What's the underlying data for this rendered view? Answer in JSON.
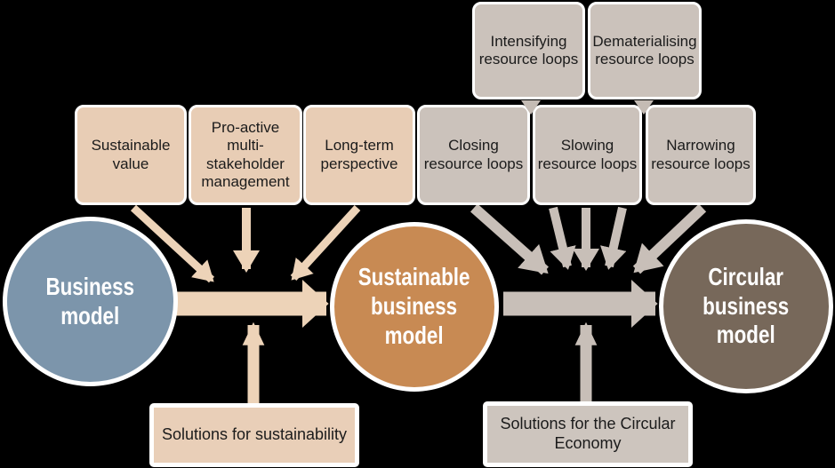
{
  "title": "Business model to circular business model transition diagram",
  "colors": {
    "background": "#000000",
    "blue_circle": "#7C95AB",
    "orange_circle": "#C88A53",
    "brown_circle": "#77685A",
    "tan_box": "#E8CDB5",
    "gray_box": "#CBC2BB",
    "tan_arrow": "#EDD3B8",
    "gray_arrow": "#C8BFB8",
    "connector_triangle": "#C4BBB4",
    "box_text": "#1B1B1B",
    "circle_text": "#FFFFFF",
    "border": "#FFFFFF"
  },
  "circles": [
    {
      "id": "business-model",
      "lines": [
        "Business",
        "model"
      ]
    },
    {
      "id": "sustainable-business-model",
      "lines": [
        "Sustainable",
        "business",
        "model"
      ]
    },
    {
      "id": "circular-business-model",
      "lines": [
        "Circular",
        "business",
        "model"
      ]
    }
  ],
  "top_boxes": [
    {
      "id": "intensifying-resource-loops",
      "label": "Intensifying resource loops"
    },
    {
      "id": "dematerialising-resource-loops",
      "label": "Dematerialising resource loops"
    }
  ],
  "row_boxes": [
    {
      "id": "sustainable-value",
      "label": "Sustainable value",
      "theme": "tan"
    },
    {
      "id": "proactive-multi-stakeholder-management",
      "label": "Pro-active multi-stakeholder management",
      "theme": "tan"
    },
    {
      "id": "long-term-perspective",
      "label": "Long-term perspective",
      "theme": "tan"
    },
    {
      "id": "closing-resource-loops",
      "label": "Closing resource loops",
      "theme": "gray"
    },
    {
      "id": "slowing-resource-loops",
      "label": "Slowing resource loops",
      "theme": "gray"
    },
    {
      "id": "narrowing-resource-loops",
      "label": "Narrowing resource loops",
      "theme": "gray"
    }
  ],
  "bottom_boxes": [
    {
      "id": "solutions-for-sustainability",
      "label": "Solutions for sustainability",
      "theme": "tan"
    },
    {
      "id": "solutions-for-the-circular-economy",
      "label": "Solutions for the Circular Economy",
      "theme": "gray"
    }
  ]
}
